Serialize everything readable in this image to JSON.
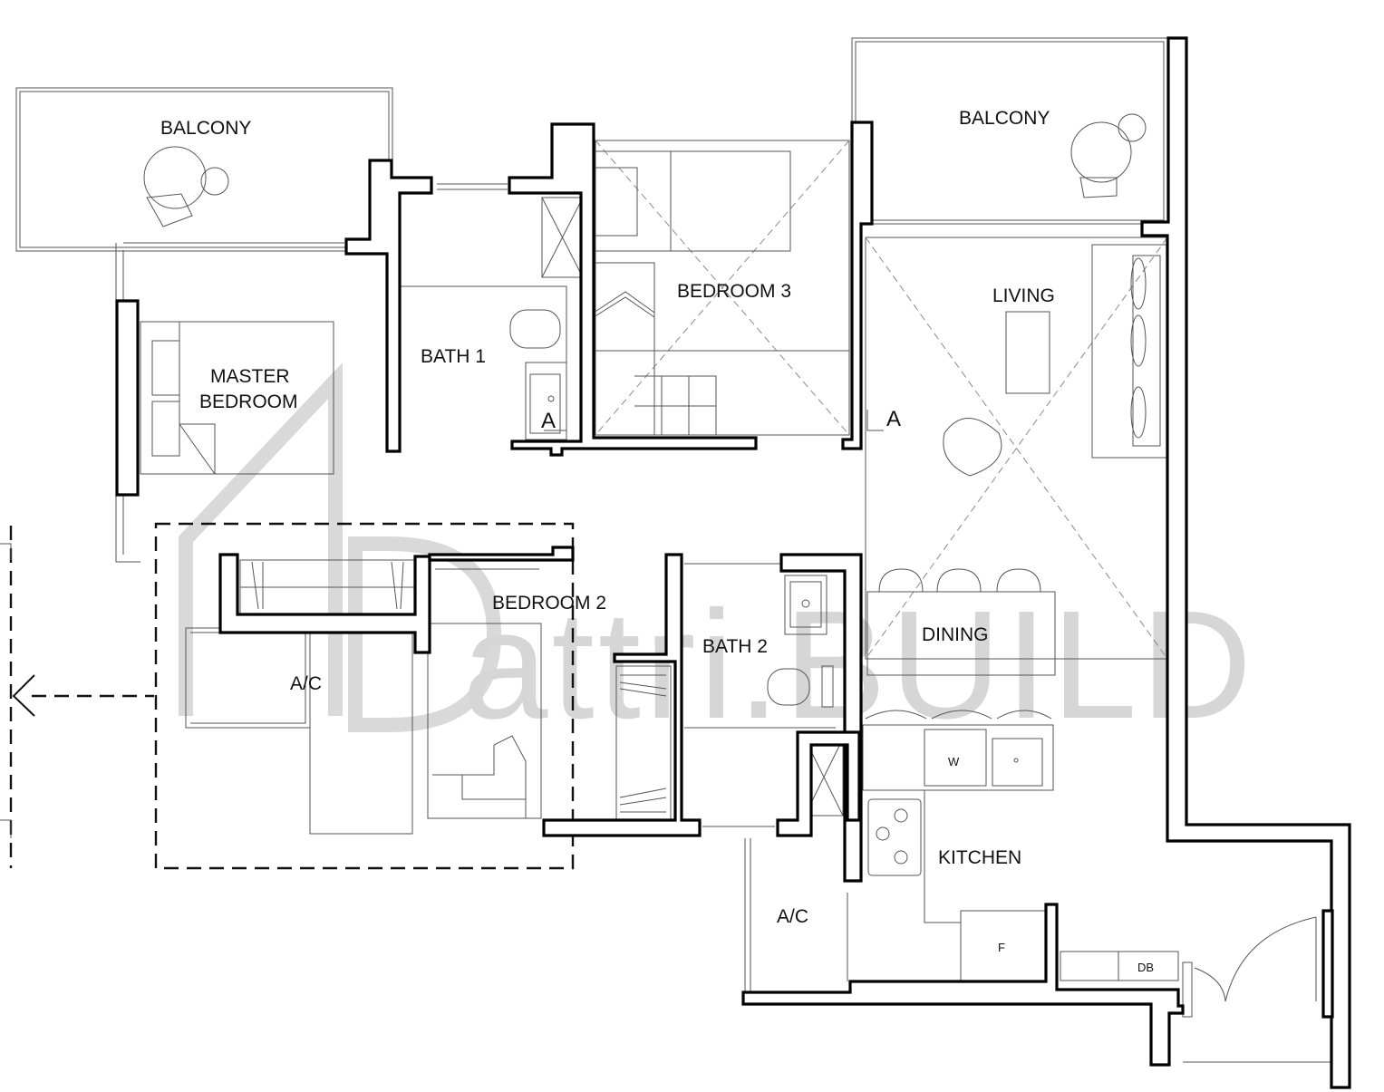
{
  "colors": {
    "wall": "#000000",
    "fixture": "#555555",
    "watermark": "#d6d6d6",
    "background": "#ffffff"
  },
  "rooms": {
    "balcony_left": "BALCONY",
    "balcony_right": "BALCONY",
    "master_bedroom_line1": "MASTER",
    "master_bedroom_line2": "BEDROOM",
    "bath_1": "BATH 1",
    "bedroom_3": "BEDROOM 3",
    "living": "LIVING",
    "dining": "DINING",
    "bedroom_2": "BEDROOM 2",
    "bath_2": "BATH 2",
    "ac_left": "A/C",
    "ac_right": "A/C",
    "kitchen": "KITCHEN"
  },
  "fixtures": {
    "washer": "W",
    "fridge": "F",
    "distribution_board": "DB"
  },
  "section_markers": {
    "left": "A",
    "right": "A"
  },
  "watermark": {
    "text": "attri.BUILD"
  }
}
